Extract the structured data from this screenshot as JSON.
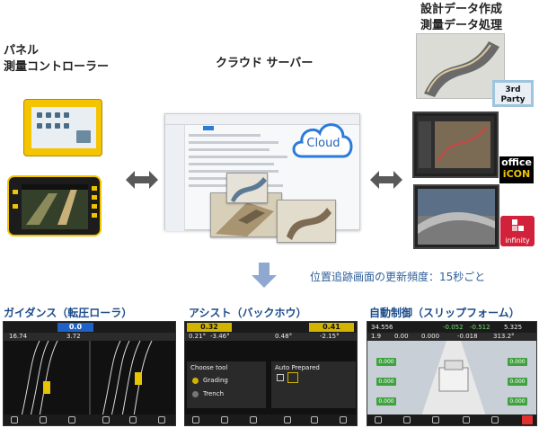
{
  "labels": {
    "panel": "パネル",
    "controller": "測量コントローラー",
    "cloud_server": "クラウド サーバー",
    "design_create": "設計データ作成",
    "survey_process": "測量データ処理"
  },
  "cloud": {
    "label": "Cloud"
  },
  "third_party": {
    "line1": "3rd",
    "line2": "Party"
  },
  "office_badge": {
    "line1": "office",
    "line2": "iCON"
  },
  "infinity": {
    "label": "infinity"
  },
  "update_freq": "位置追跡画面の更新頻度：15秒ごと",
  "sections": [
    {
      "title": "ガイダンス（転圧ローラ）"
    },
    {
      "title": "アシスト（バックホウ）"
    },
    {
      "title": "自動制御（スリップフォーム）"
    }
  ],
  "screen1": {
    "value_left": "0.0",
    "readout_a": "16.74",
    "readout_b": "3.72"
  },
  "screen2": {
    "value_left": "0.32",
    "value_right": "0.41",
    "readout_a": "0.21°",
    "readout_b": "-3.46°",
    "readout_c": "0.48°",
    "readout_d": "-2.15°",
    "menu_title": "Choose tool",
    "opt1": "Grading",
    "opt2": "Trench",
    "auto_prepared": "Auto Prepared"
  },
  "screen3": {
    "readout_a": "34.556",
    "readout_b": "1.9",
    "readout_c": "0.00",
    "readout_d": "-0.052",
    "readout_e": "0.000",
    "readout_f": "-0.018",
    "readout_g": "-0.512",
    "readout_h": "5.325",
    "readout_i": "313.2°",
    "btn_vals": [
      "0.000",
      "0.000",
      "0.000",
      "0.000",
      "0.000",
      "0.000"
    ]
  },
  "colors": {
    "accent_blue": "#1f63b5",
    "header_blue": "#1c4c8a",
    "cat_yellow": "#f0c400",
    "auto_green": "#3fa23f"
  }
}
